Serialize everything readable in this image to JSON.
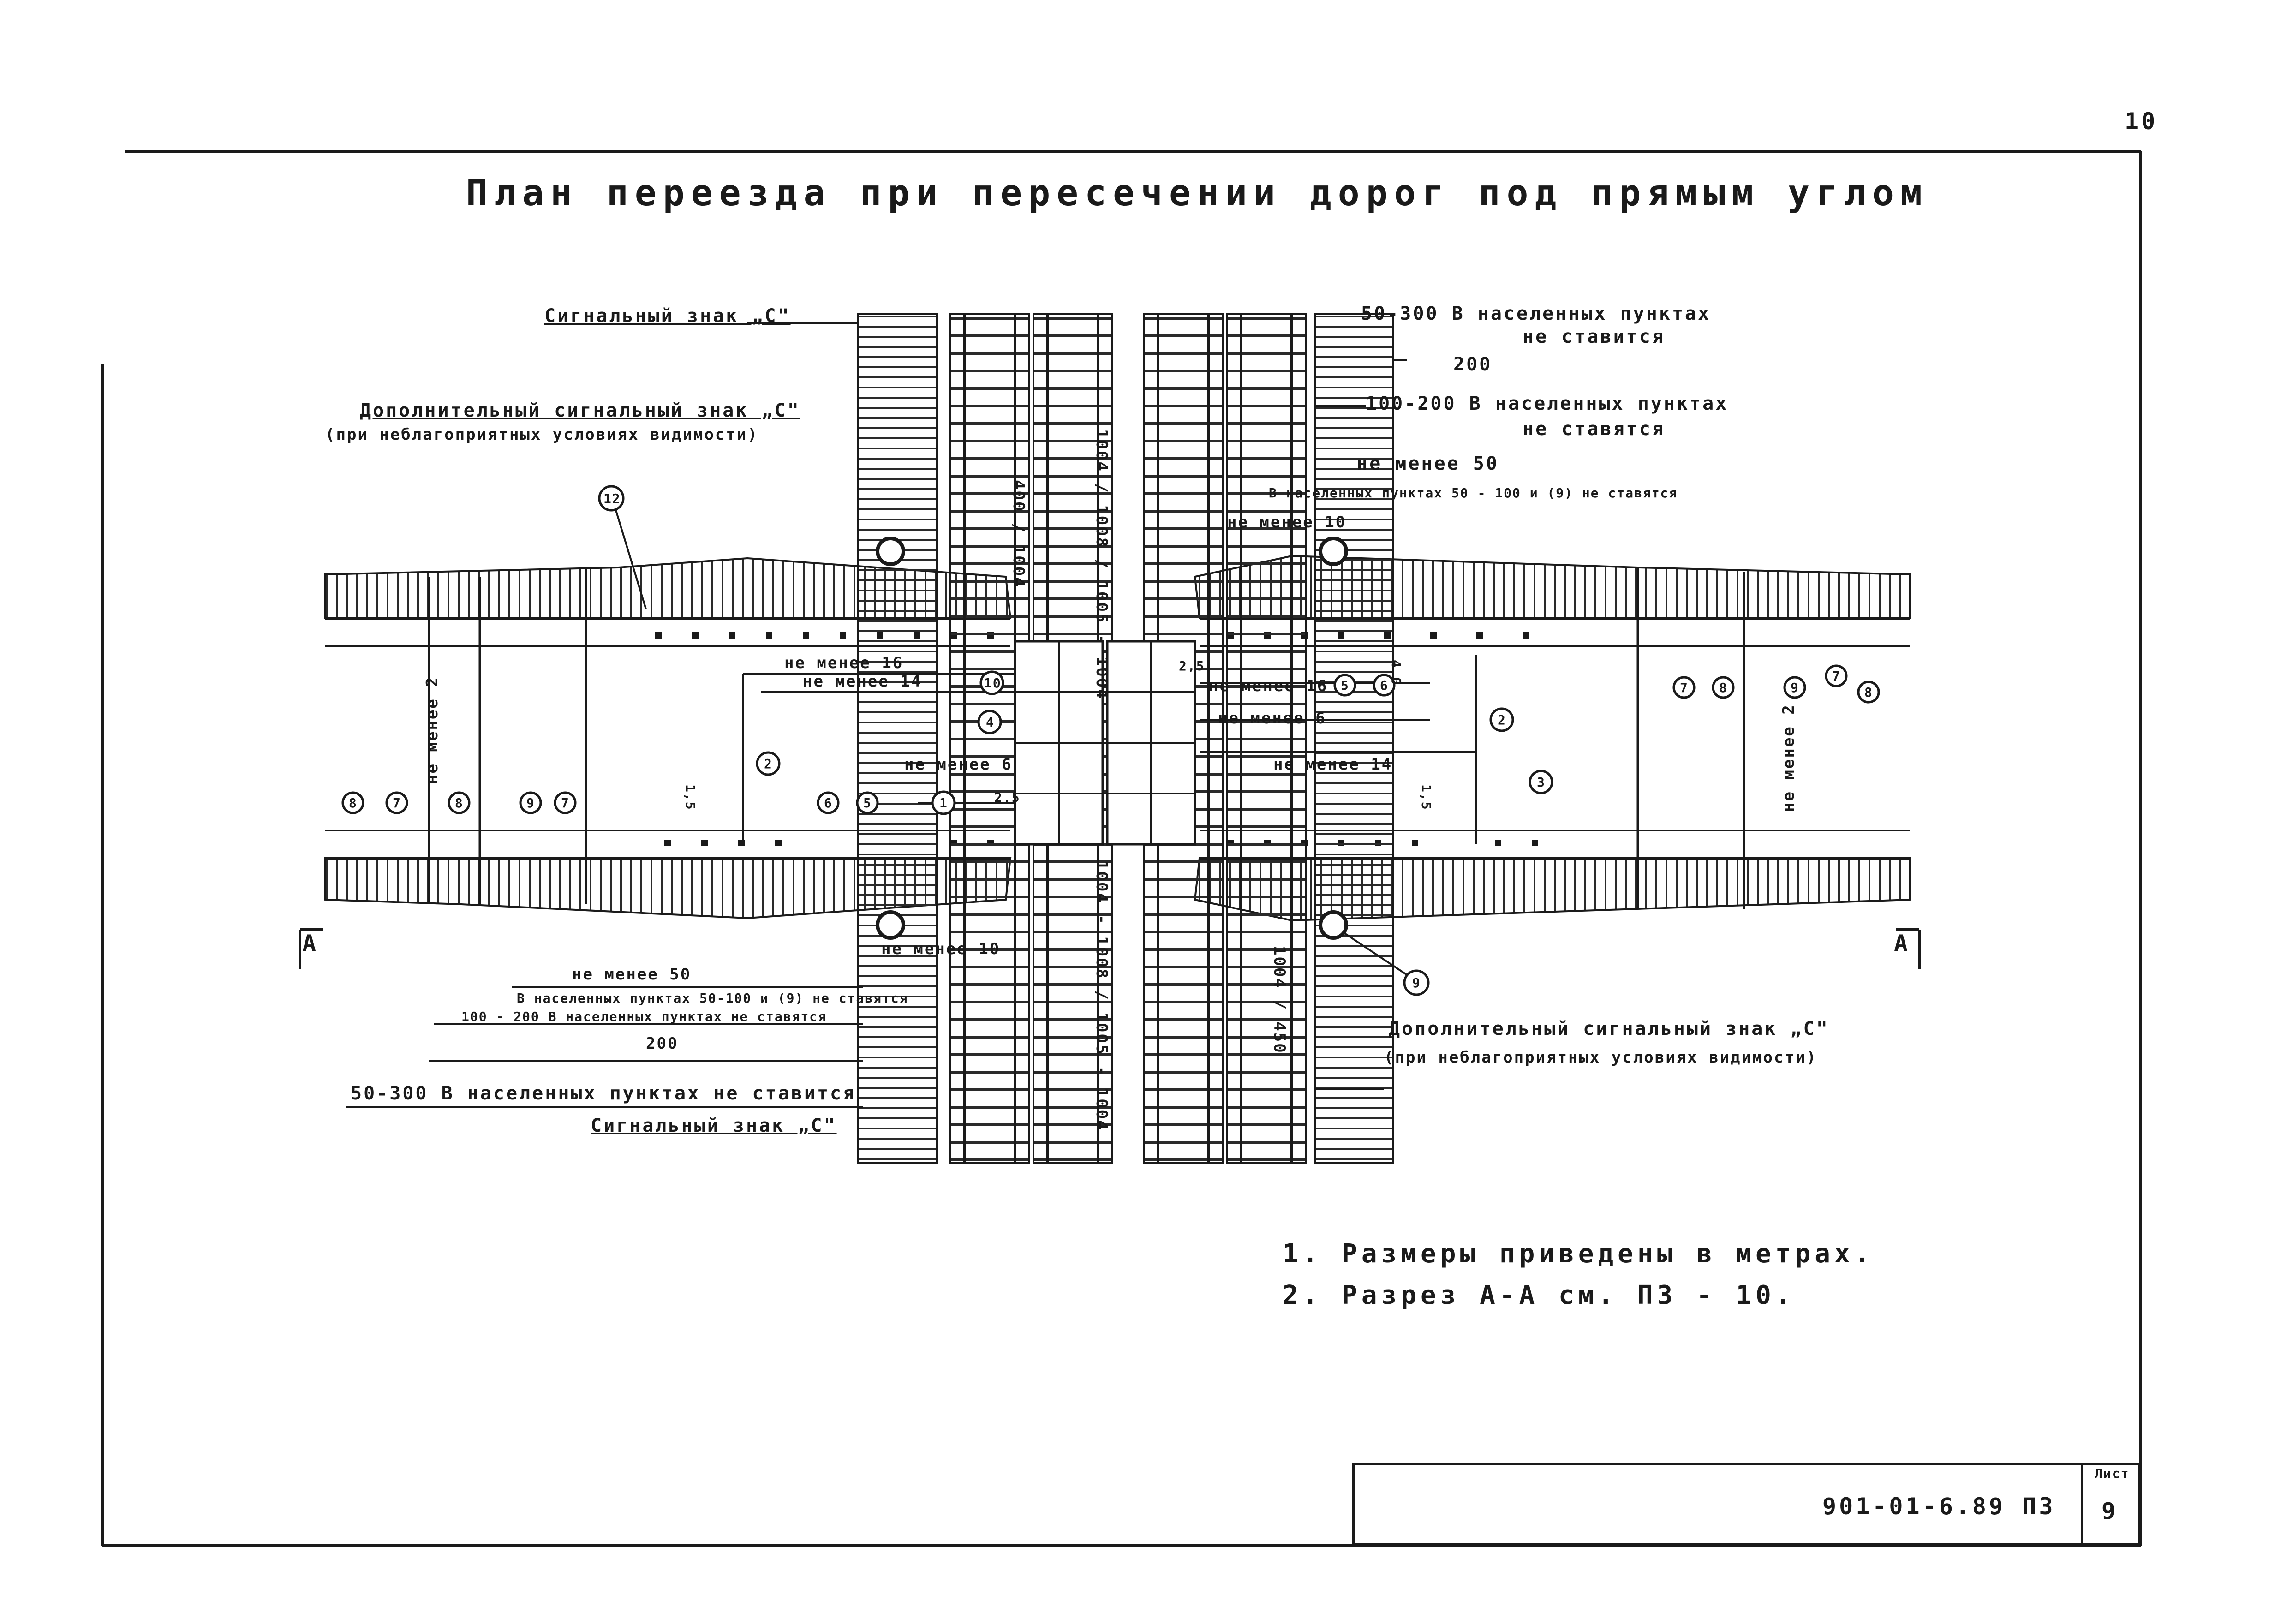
{
  "page_number": "10",
  "title": "План переезда при пересечении дорог под прямым углом",
  "labels": {
    "signal_top": "Сигнальный знак „С\"",
    "add_signal_top_1": "Дополнительный сигнальный знак „С\"",
    "add_signal_top_2": "(при неблагоприятных условиях видимости)",
    "r1_a": "50-300 В населенных пунктах",
    "r1_b": "не ставится",
    "r1_c": "200",
    "r2_a": "100-200 В населенных пунктах",
    "r2_b": "не ставятся",
    "r3_a": "не менее 50",
    "r3_b": "В населенных пунктах 50 - 100 и (9) не ставятся",
    "r4": "не менее 10",
    "dim_road_top": "1004 / 1008 / 1005 - 1004",
    "dim_road_bottom": "1004 - 1008 / 1005 - 1004",
    "dim_400_top": "400 / 1004",
    "dim_400_bottom": "1004 / 450",
    "nm16_left": "не менее 16",
    "nm14_left": "не менее 14",
    "nm6_left": "не менее 6",
    "nm16_right": "не менее 16",
    "nm6_right": "не менее 6",
    "nm14_right": "не менее 14",
    "nm_left_vert": "не менее 2",
    "nm_right_vert": "не менее 2",
    "b1_a": "не менее 50",
    "b1_b": "В населенных пунктах 50-100 и (9) не ставятся",
    "b2": "100 - 200 В населенных пунктах не ставятся",
    "b3": "200",
    "b4": "50-300 В населенных пунктах не ставится",
    "signal_bottom": "Сигнальный знак „С\"",
    "nm10_bottom": "не менее 10",
    "add_signal_bottom_1": "Дополнительный сигнальный знак „С\"",
    "add_signal_bottom_2": "(при неблагоприятных условиях видимости)",
    "section_left": "А",
    "section_right": "А",
    "d25": "2,5",
    "d15": "1,5",
    "d40": "4,0"
  },
  "markers": [
    "1",
    "2",
    "3",
    "4",
    "5",
    "6",
    "7",
    "8",
    "9",
    "10",
    "12"
  ],
  "notes": [
    "1. Размеры приведены в метрах.",
    "2. Разрез А-А см. ПЗ - 10."
  ],
  "stamp": {
    "code": "901-01-6.89 ПЗ",
    "sheet_label": "Лист",
    "sheet_number": "9"
  }
}
